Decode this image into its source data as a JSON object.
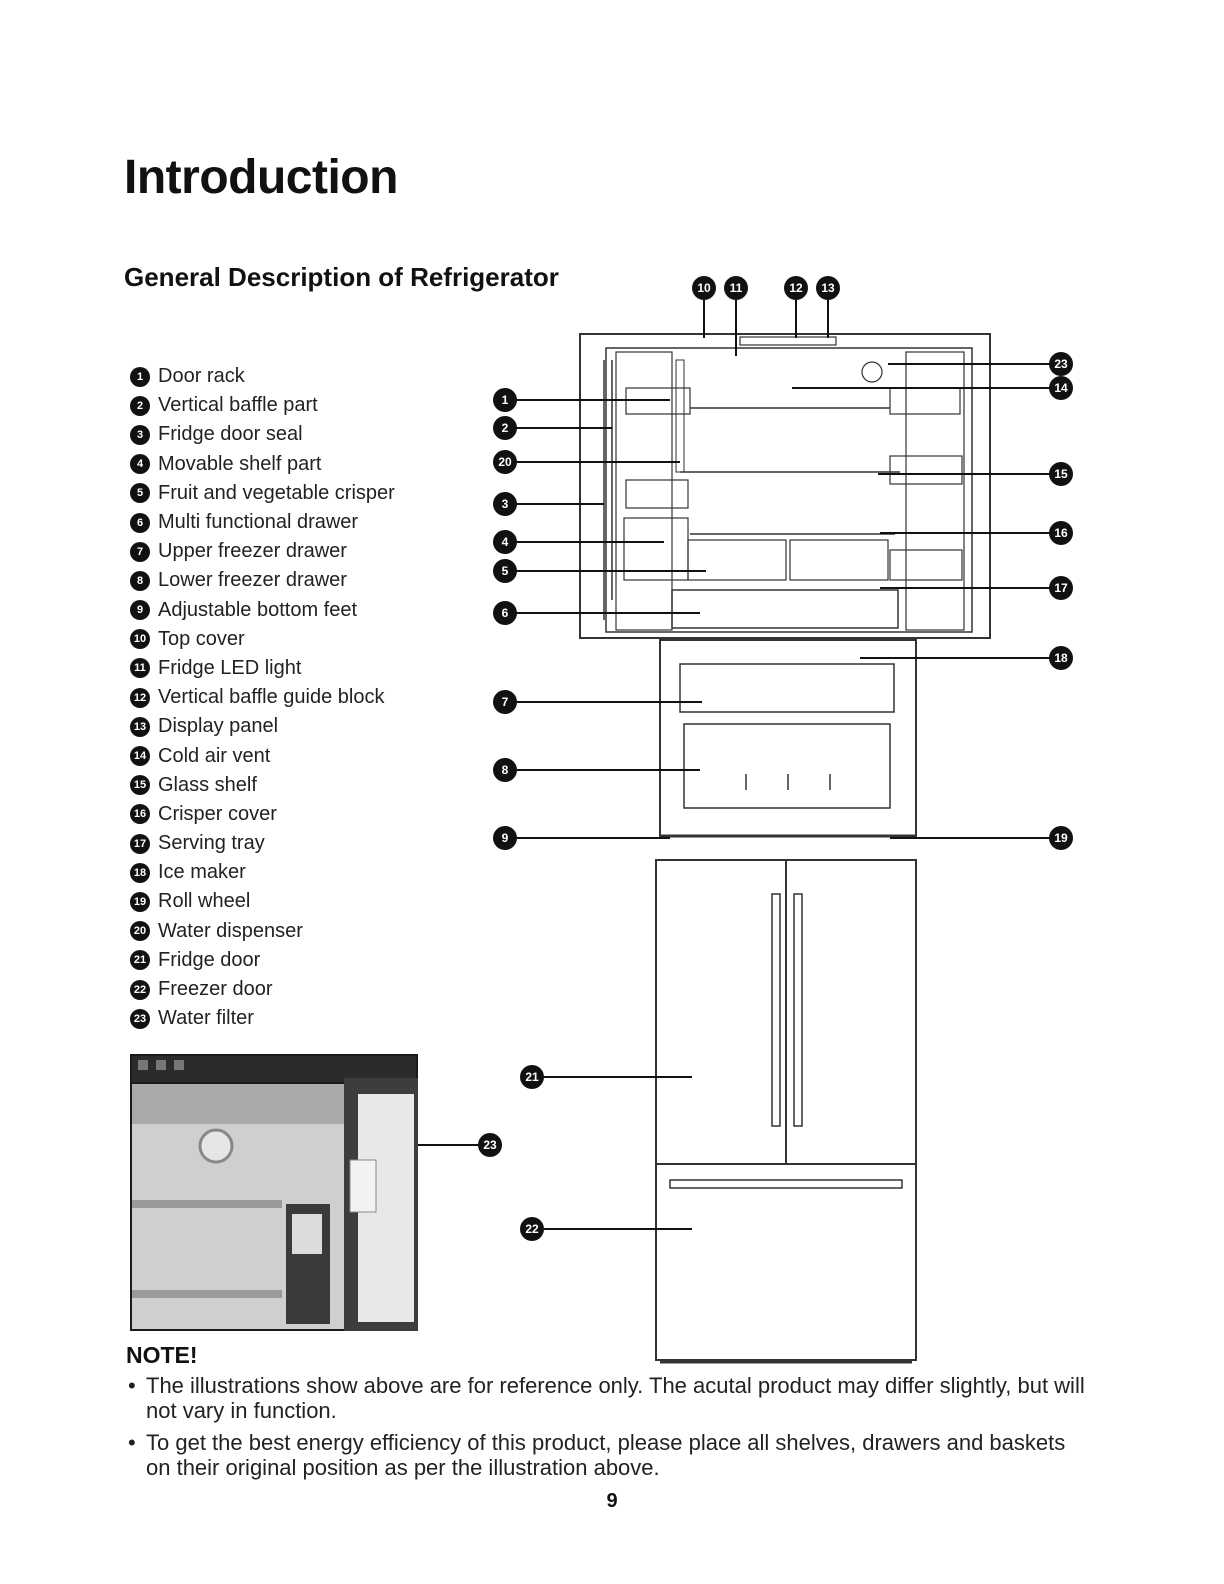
{
  "page": {
    "title": "Introduction",
    "subtitle": "General Description of Refrigerator",
    "page_number": "9"
  },
  "legend": [
    {
      "num": "1",
      "label": "Door rack"
    },
    {
      "num": "2",
      "label": "Vertical  baffle  part"
    },
    {
      "num": "3",
      "label": "Fridge  door seal"
    },
    {
      "num": "4",
      "label": "Movable shelf part"
    },
    {
      "num": "5",
      "label": "Fruit and vegetable crisper"
    },
    {
      "num": "6",
      "label": "Multi functional drawer"
    },
    {
      "num": "7",
      "label": "Upper freezer drawer"
    },
    {
      "num": "8",
      "label": "Lower freezer drawer"
    },
    {
      "num": "9",
      "label": "Adjustable bottom feet"
    },
    {
      "num": "10",
      "label": "Top  cover"
    },
    {
      "num": "11",
      "label": "Fridge LED light"
    },
    {
      "num": "12",
      "label": "Vertical  baffle  guide block"
    },
    {
      "num": "13",
      "label": "Display panel"
    },
    {
      "num": "14",
      "label": "Cold air vent"
    },
    {
      "num": "15",
      "label": "Glass shelf"
    },
    {
      "num": "16",
      "label": "Crisper cover"
    },
    {
      "num": "17",
      "label": "Serving  tray"
    },
    {
      "num": "18",
      "label": "Ice maker"
    },
    {
      "num": "19",
      "label": "Roll  wheel"
    },
    {
      "num": "20",
      "label": "Water dispenser"
    },
    {
      "num": "21",
      "label": "Fridge door"
    },
    {
      "num": "22",
      "label": "Freezer  door"
    },
    {
      "num": "23",
      "label": "Water filter"
    }
  ],
  "callouts": {
    "c1": "1",
    "c2": "2",
    "c3": "3",
    "c4": "4",
    "c5": "5",
    "c6": "6",
    "c7": "7",
    "c8": "8",
    "c9": "9",
    "c10": "10",
    "c11": "11",
    "c12": "12",
    "c13": "13",
    "c14": "14",
    "c15": "15",
    "c16": "16",
    "c17": "17",
    "c18": "18",
    "c19": "19",
    "c20": "20",
    "c21": "21",
    "c22": "22",
    "c23a": "23",
    "c23b": "23"
  },
  "note": {
    "heading": "NOTE!",
    "bullet": "•",
    "items": [
      "The illustrations show above are for reference only.  The acutal product may differ slightly, but will not vary in function.",
      "To get the best energy efficiency of this product, please place all shelves, drawers and baskets on their original position as per the illustration above."
    ]
  }
}
